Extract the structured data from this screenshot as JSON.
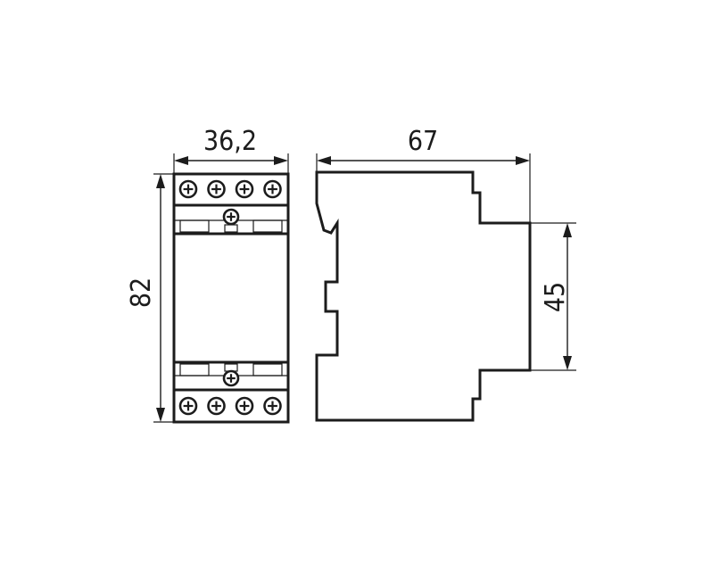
{
  "drawing": {
    "front_view": {
      "width_label": "36,2",
      "height_label": "82"
    },
    "side_view": {
      "depth_label": "67",
      "profile_height_label": "45"
    },
    "line_color": "#1c1c1c",
    "background": "#ffffff",
    "terminal_screws_per_row": 4
  }
}
